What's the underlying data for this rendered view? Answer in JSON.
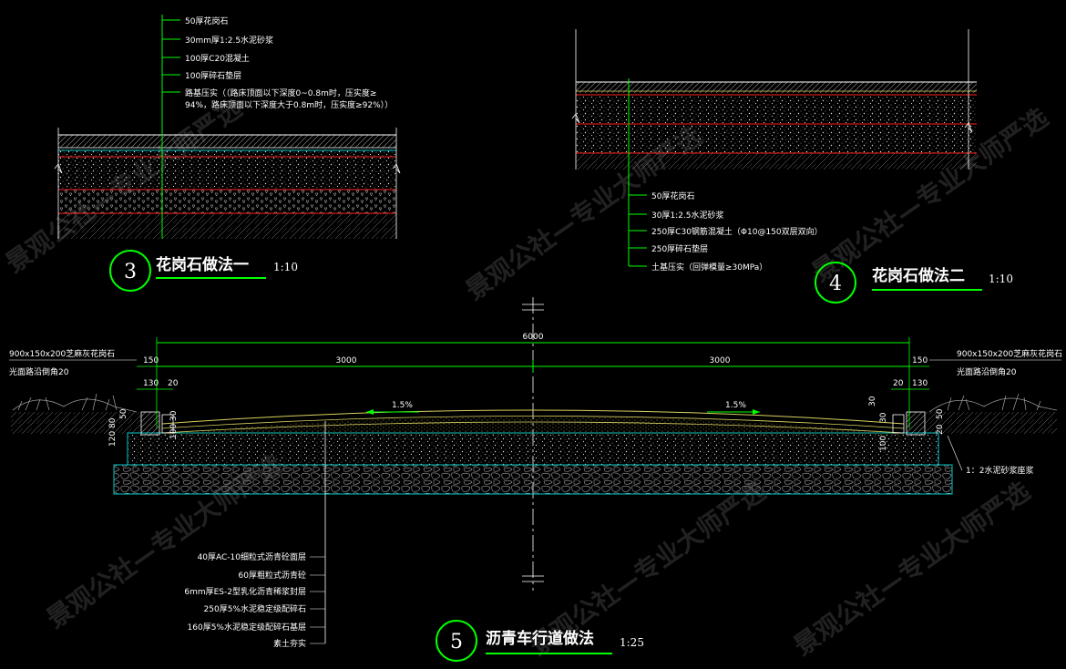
{
  "detail3": {
    "number": "3",
    "title": "花岗石做法一",
    "scale": "1:10",
    "notes": [
      "50厚花岗石",
      "30mm厚1:2.5水泥砂浆",
      "100厚C20混凝土",
      "100厚碎石垫层",
      "路基压实（（路床顶面以下深度0~0.8m时，压实度≥",
      "94%，路床顶面以下深度大于0.8m时，压实度≥92%））"
    ]
  },
  "detail4": {
    "number": "4",
    "title": "花岗石做法二",
    "scale": "1:10",
    "notes": [
      "50厚花岗石",
      "30厚1:2.5水泥砂浆",
      "250厚C30钢筋混凝土（Φ10@150双层双向）",
      "250厚碎石垫层",
      "土基压实（回弹模量≥30MPa）"
    ]
  },
  "detail5": {
    "number": "5",
    "title": "沥青车行道做法",
    "scale": "1:25",
    "notes": [
      "40厚AC-10细粒式沥青砼面层",
      "60厚粗粒式沥青砼",
      "6mm厚ES-2型乳化沥青稀浆封层",
      "250厚5%水泥稳定级配碎石",
      "160厚5%水泥稳定级配碎石基层",
      "素土夯实"
    ],
    "curb_left": [
      "900x150x200芝麻灰花岗石",
      "光面路沿倒角20"
    ],
    "curb_right": [
      "900x150x200芝麻灰花岗石",
      "光面路沿倒角20"
    ],
    "mortar_note": "1：2水泥砂浆座浆",
    "total_width": "6000",
    "half_left": "3000",
    "half_right": "3000",
    "slope_left": "1.5%",
    "slope_right": "1.5%",
    "dims": {
      "d150": "150",
      "d130": "130",
      "d20": "20",
      "d30": "30",
      "d100": "100",
      "d50": "50",
      "d120": "120",
      "d80": "80"
    }
  },
  "watermark": "景观公社—专业大师严选",
  "colors": {
    "background": "#000000",
    "linework": "#ffffff",
    "dimension": "#00ff00",
    "layer_red": "#ff2020",
    "layer_cyan": "#00c8c8",
    "surface_yellow": "#d8d060"
  }
}
